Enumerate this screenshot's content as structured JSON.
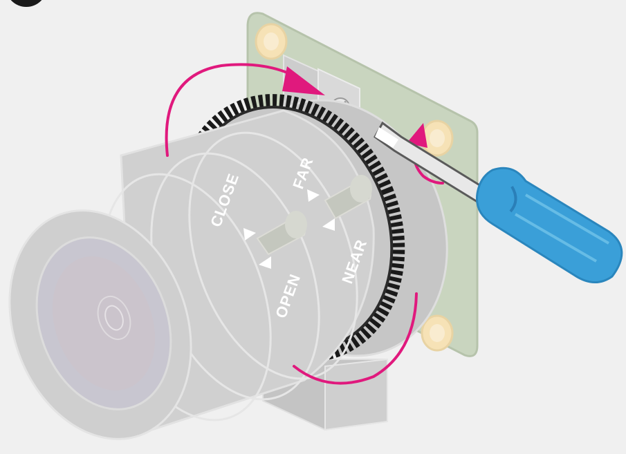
{
  "labels": {
    "close": "CLOSE",
    "far": "FAR",
    "open": "OPEN",
    "near": "NEAR"
  },
  "icons": {
    "arrows": "curved-rotation-arrow",
    "tool": "flathead-screwdriver"
  },
  "colors": {
    "background": "#f0f0f0",
    "accent": "#e0197d",
    "lens_body": "#d2d2d2",
    "pcb": "#c9d5bf",
    "screwdriver_handle": "#3a9fd8",
    "focus_ring": "#1a1a1a"
  }
}
